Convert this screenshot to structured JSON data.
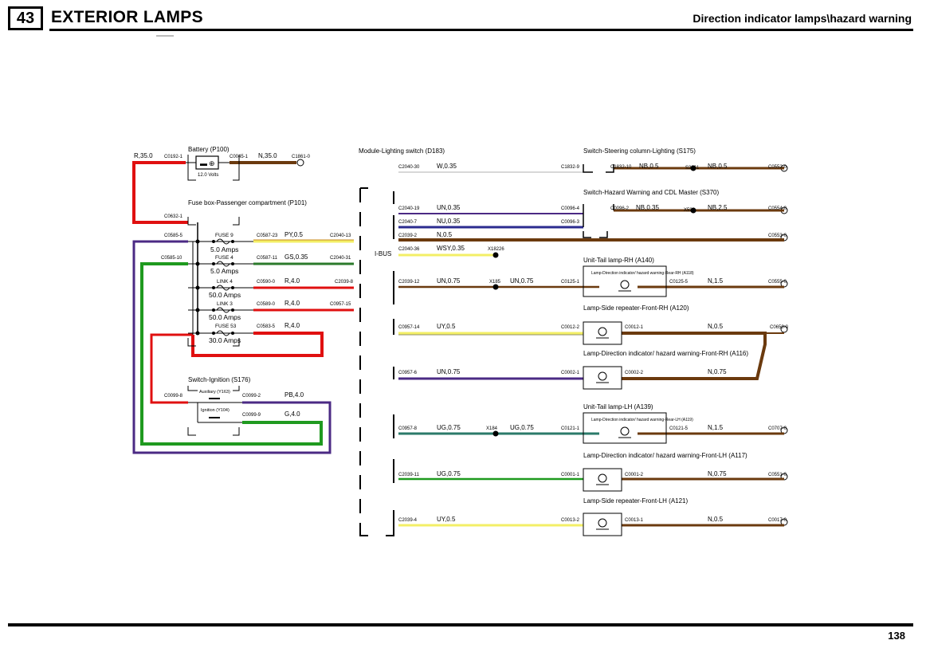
{
  "header": {
    "section_number": "43",
    "title": "EXTERIOR LAMPS",
    "subtitle": "Direction indicator lamps\\hazard warning"
  },
  "footer": {
    "page_number": "138"
  },
  "colors": {
    "red": "#e01010",
    "green": "#1f9a1f",
    "purple": "#4b2a84",
    "brown": "#6b3a0e",
    "yellow": "#f3ef66",
    "nu_blue": "#2b2b8f"
  },
  "components": {
    "battery": "Battery (P100)",
    "battery_volts": "12.0 Volts",
    "fusebox": "Fuse box-Passenger compartment (P101)",
    "ignition_switch": "Switch-Ignition (S176)",
    "auxiliary": "Auxiliary (Y163)",
    "ignition": "Ignition (Y104)",
    "lighting_module": "Module-Lighting switch (D183)",
    "ibus": "I-BUS",
    "steering_switch": "Switch-Steering column-Lighting (S175)",
    "hazard_switch": "Switch-Hazard Warning and CDL Master (S370)",
    "tail_rh": "Unit-Tail lamp-RH (A140)",
    "tail_rh_inner": "Lamp-Direction indicator/ hazard warning-Rear-RH (A118)",
    "side_rh": "Lamp-Side repeater-Front-RH (A120)",
    "front_rh": "Lamp-Direction indicator/ hazard warning-Front-RH (A116)",
    "tail_lh": "Unit-Tail lamp-LH (A139)",
    "tail_lh_inner": "Lamp-Direction indicator/ hazard warning-Rear-LH (A119)",
    "front_lh": "Lamp-Direction indicator/ hazard warning-Front-LH (A117)",
    "side_lh": "Lamp-Side repeater-Front-LH (A121)"
  },
  "fuses": [
    {
      "name": "FUSE 9",
      "rating": "5.0 Amps"
    },
    {
      "name": "FUSE 4",
      "rating": "5.0 Amps"
    },
    {
      "name": "LINK 4",
      "rating": "50.0 Amps"
    },
    {
      "name": "LINK 3",
      "rating": "50.0 Amps"
    },
    {
      "name": "FUSE 53",
      "rating": "30.0 Amps"
    }
  ],
  "labels": {
    "battery_wire": "R,35.0",
    "c0192": "C0192-1",
    "c0045": "C0045-1",
    "n35": "N,35.0",
    "c1861": "C1861-0",
    "c0632": "C0632-1",
    "c0585_5": "C0585-5",
    "c0585_10": "C0585-10",
    "c0587_23": "C0587-23",
    "py05": "PY,0.5",
    "c2040_13": "C2040-13",
    "c0587_11": "C0587-11",
    "gs035": "GS,0.35",
    "c2040_31": "C2040-31",
    "c0590": "C0590-0",
    "r4a": "R,4.0",
    "c2039_8": "C2039-8",
    "c0589": "C0589-0",
    "r4b": "R,4.0",
    "c0957_15": "C0957-15",
    "c0583": "C0583-5",
    "r4c": "R,4.0",
    "c0099_8": "C0099-8",
    "c0099_2": "C0099-2",
    "pb4": "PB,4.0",
    "c0099_9": "C0099-9",
    "g4": "G,4.0",
    "c2040_30": "C2040-30",
    "w035": "W,0.35",
    "c1832_9": "C1832-9",
    "c1832_10": "C1832-10",
    "nb05a": "NB,0.5",
    "s3361": "S3361",
    "nb05b": "NB,0.5",
    "c0552": "C0552-0",
    "c2040_19": "C2040-19",
    "un035": "UN,0.35",
    "c0096_4": "C0096-4",
    "c0096_2": "C0096-2",
    "nb035": "NB,0.35",
    "x596": "X596",
    "nb25": "NB,2.5",
    "c0554": "C0554-0",
    "c2040_7": "C2040-7",
    "nu035": "NU,0.35",
    "c0096_3": "C0096-3",
    "c2039_2": "C2039-2",
    "n05": "N,0.5",
    "c0553": "C0553-0",
    "c2040_36": "C2040-36",
    "wsy035": "WSY,0.35",
    "x18226": "X18226",
    "c2039_12": "C2039-12",
    "un075a": "UN,0.75",
    "x185": "X185",
    "un075b": "UN,0.75",
    "c0125_1": "C0125-1",
    "c0125_5": "C0125-5",
    "n15a": "N,1.5",
    "c0555": "C0555-0",
    "c0957_14": "C0957-14",
    "uy05a": "UY,0.5",
    "c0012_2": "C0012-2",
    "c0012_1": "C0012-1",
    "n05b": "N,0.5",
    "c0650": "C0650-0",
    "c0957_6": "C0957-6",
    "un075c": "UN,0.75",
    "c0002_1": "C0002-1",
    "c0002_2": "C0002-2",
    "n075a": "N,0.75",
    "c0957_8": "C0957-8",
    "ug075a": "UG,0.75",
    "x184": "X184",
    "ug075b": "UG,0.75",
    "c0121_1": "C0121-1",
    "c0121_5": "C0121-5",
    "n15b": "N,1.5",
    "c0707": "C0707-0",
    "c2039_11": "C2039-11",
    "ug075c": "UG,0.75",
    "c0001_1": "C0001-1",
    "c0001_2": "C0001-2",
    "n075b": "N,0.75",
    "c0551": "C0551-0",
    "c2039_4": "C2039-4",
    "uy05b": "UY,0.5",
    "c0013_2": "C0013-2",
    "c0013_1": "C0013-1",
    "n05c": "N,0.5",
    "c0017": "C0017-0"
  }
}
